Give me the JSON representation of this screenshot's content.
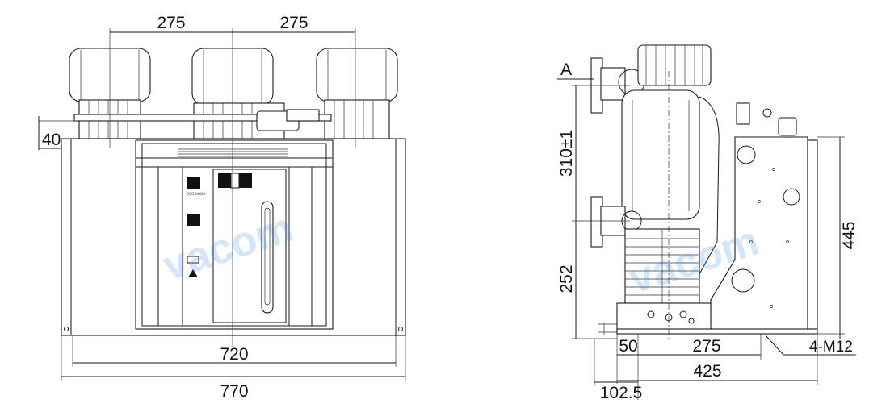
{
  "front_view": {
    "pole_spacing_left": "275",
    "pole_spacing_right": "275",
    "side_offset": "40",
    "mounting_width": "720",
    "overall_width": "770"
  },
  "side_view": {
    "marker_a": "A",
    "terminal_spacing": "310±1",
    "lower_terminal_height": "252",
    "overall_height": "445",
    "base_offset": "50",
    "hole_spacing": "275",
    "base_depth": "425",
    "total_depth": "102.5",
    "mounting_holes": "4-M12"
  },
  "watermark": {
    "text": "vacom",
    "color": "#3b8de0"
  }
}
